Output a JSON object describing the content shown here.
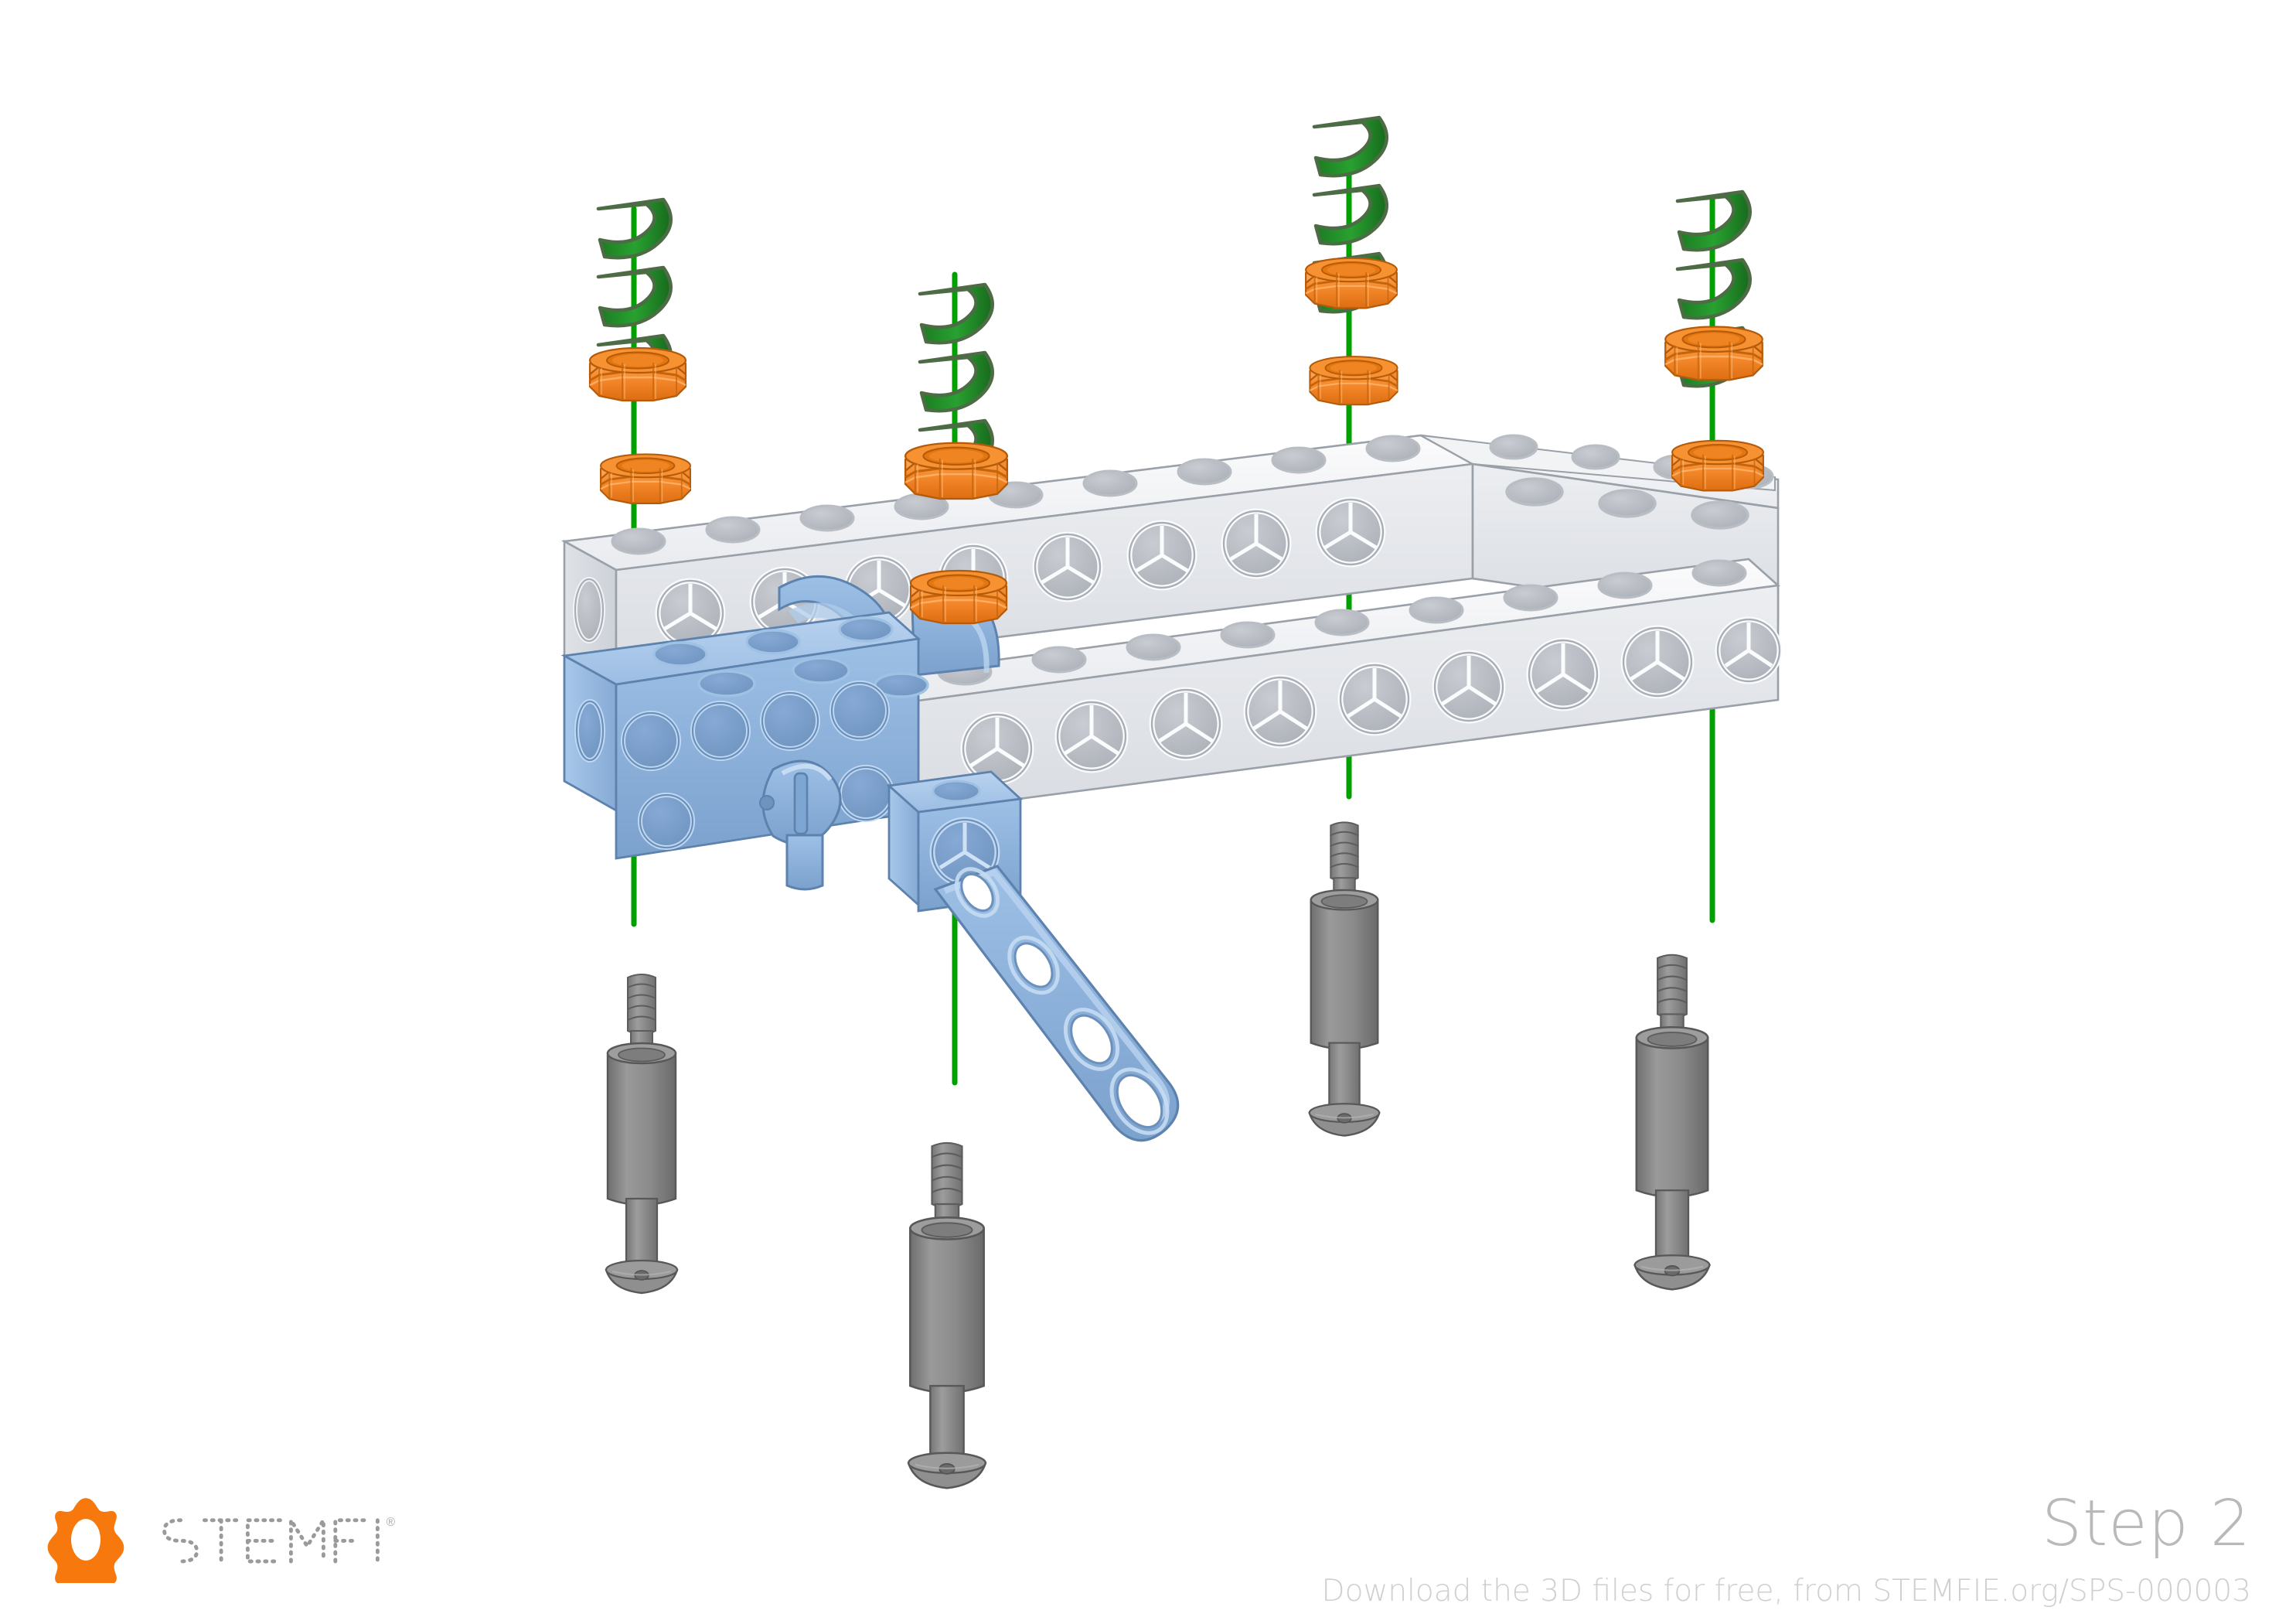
{
  "document": {
    "kind": "assembly-instruction",
    "step_label": "Step 2",
    "download_note": "Download the 3D files for free, from STEMFIE.org/SPS-000003",
    "background_color": "#ffffff"
  },
  "brand": {
    "name": "STEMFIE",
    "registered_mark": "®",
    "logo_color": "#F7780C",
    "wordmark_color": "#9a9a9a"
  },
  "palette": {
    "beam_white": "#e8eaee",
    "beam_white_top": "#f4f5f7",
    "beam_white_side": "#d4d7dd",
    "beam_blue": "#8fb4de",
    "beam_blue_top": "#a9c7e9",
    "beam_blue_side": "#7da3cf",
    "nut_orange": "#f4882a",
    "nut_orange_dark": "#de6f13",
    "nut_orange_light": "#fba24e",
    "bolt_grey": "#8a8a8a",
    "bolt_grey_dark": "#6e6e6e",
    "bolt_grey_light": "#a2a2a2",
    "helix_green": "#1f8a26",
    "helix_green_dark": "#4a6b3a",
    "axis_green": "#00a000",
    "outline": "#555b63"
  },
  "scene": {
    "projection": "isometric-exploded",
    "title": "Perforated beam frame with brackets, nuts and bolts",
    "parts": [
      {
        "id": "frame-beam-back-left",
        "type": "perforated-beam",
        "color": "beam_white",
        "holes": 9
      },
      {
        "id": "frame-beam-back-right",
        "type": "perforated-beam",
        "color": "beam_white",
        "holes": 9
      },
      {
        "id": "frame-beam-front-left",
        "type": "perforated-beam",
        "color": "beam_white",
        "holes": 9
      },
      {
        "id": "frame-beam-front-right",
        "type": "perforated-beam",
        "color": "beam_white",
        "holes": 9
      },
      {
        "id": "beam-blue-front",
        "type": "perforated-beam",
        "color": "beam_blue",
        "holes": 9
      },
      {
        "id": "bracket-blue-diagonal",
        "type": "flat-plate-arm",
        "color": "beam_blue",
        "holes": 4
      },
      {
        "id": "bracket-blue-gusset",
        "type": "gusset-bracket",
        "color": "beam_blue"
      },
      {
        "id": "pin-blue-latch",
        "type": "rotating-latch",
        "color": "beam_blue"
      }
    ],
    "assembly_columns": [
      {
        "id": "column-1",
        "label": "left",
        "helix": true,
        "nuts": 2,
        "bolt": "bolt-long-left"
      },
      {
        "id": "column-2",
        "label": "center-left",
        "helix": true,
        "nuts": 2,
        "bolt": "bolt-long-center"
      },
      {
        "id": "column-3",
        "label": "center-right",
        "helix": true,
        "nuts": 2,
        "bolt": "bolt-short-center"
      },
      {
        "id": "column-4",
        "label": "right",
        "helix": true,
        "nuts": 2,
        "bolt": "bolt-long-right"
      }
    ],
    "fasteners": {
      "nut_count": 8,
      "bolt_count": 4,
      "nut_shape": "octagonal-flanged-nut",
      "bolt_shape": "threaded-stud-with-spacer-sleeve",
      "helix_count": 4,
      "helix_turns": 3,
      "helix_meaning": "screw-in assembly direction indicator"
    }
  }
}
